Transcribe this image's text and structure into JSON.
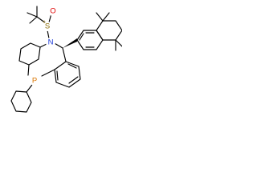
{
  "molecule": {
    "atoms": {
      "sulfur": {
        "symbol": "S",
        "color": "#8a6a00"
      },
      "oxygen": {
        "symbol": "O",
        "color": "#e00000"
      },
      "nitrogen": {
        "symbol": "N",
        "color": "#1b38d8"
      },
      "phosphorus": {
        "symbol": "P",
        "color": "#d97400"
      }
    },
    "stereo_marks": {
      "sulfinyl_positive": "+",
      "sulfinyl_negative": "-"
    }
  }
}
